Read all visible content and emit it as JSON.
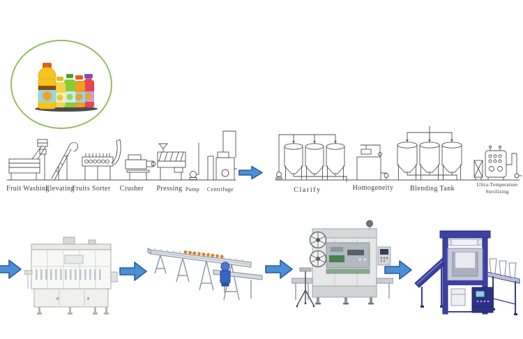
{
  "diagram": {
    "labels": {
      "fruit_washing": "Fruit Washing",
      "elevating": "Elevating",
      "fruits_sorter": "Fruits Sorter",
      "crusher": "Crusher",
      "pressing": "Pressing",
      "pump": "Pump",
      "centrifuge": "Centrifuge",
      "clarify": "Clarify",
      "homogeneity": "Homogeneity",
      "blending_tank": "Blending Tank",
      "ultra_temperature_line1": "Ultra-Temperature",
      "ultra_temperature_line2": "Sterilizing"
    },
    "icons": {
      "product": "juice-bottles-photo",
      "arrow": "flow-arrow-right",
      "machines": [
        "filling-machine",
        "bottle-conveyor",
        "labeling-machine",
        "shrink-wrap-packing-machine"
      ]
    },
    "colors": {
      "arrow_fill": "#4b8fd5",
      "arrow_stroke": "#2a5d9f",
      "circle_stroke": "#94bd5f",
      "lineart_stroke": "#4f4f4f",
      "label_color": "#3b3b3b"
    }
  }
}
